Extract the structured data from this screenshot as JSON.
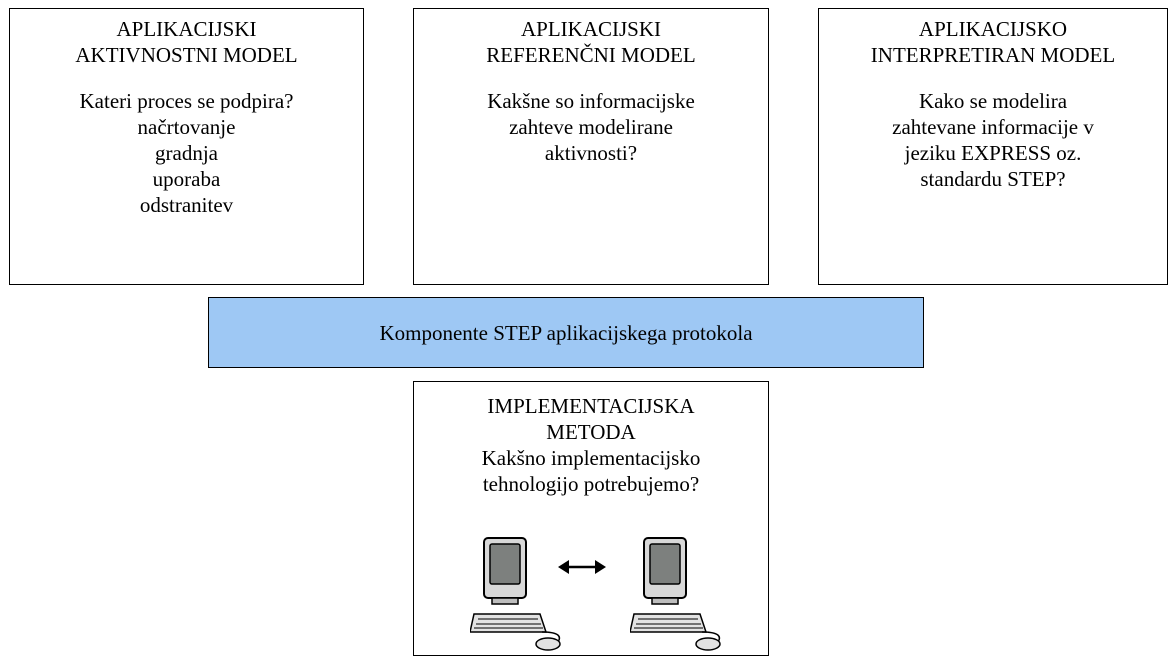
{
  "boxes": {
    "activity": {
      "title": "APLIKACIJSKI\nAKTIVNOSTNI MODEL",
      "body": "Kateri proces se podpira?\nnačrtovanje\ngradnja\nuporaba\nodstranitev"
    },
    "reference": {
      "title": "APLIKACIJSKI\nREFERENČNI MODEL",
      "body": "Kakšne so informacijske\nzahteve modelirane\naktivnosti?"
    },
    "interpreted": {
      "title": "APLIKACIJSKO\nINTERPRETIRAN MODEL",
      "body": "Kako se modelira\nzahtevane informacije v\njeziku EXPRESS oz.\nstandardu STEP?"
    },
    "components": {
      "label": "Komponente STEP aplikacijskega protokola"
    },
    "implementation": {
      "title": "IMPLEMENTACIJSKA\nMETODA",
      "body": "Kakšno implementacijsko\ntehnologijo potrebujemo?"
    }
  },
  "colors": {
    "components_fill": "#9ec8f4",
    "border": "#000000",
    "monitor_screen": "#7d807e",
    "monitor_body": "#d8d8d8"
  },
  "icons": [
    "computer-icon",
    "bidirectional-arrow-icon",
    "computer-icon"
  ]
}
